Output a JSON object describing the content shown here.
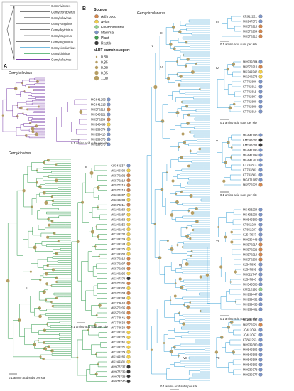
{
  "panel_a": {
    "letter": "A",
    "families": [
      {
        "name": "Geminiviruses",
        "color": "#333333"
      },
      {
        "name": "Gemykrondovirus",
        "color": "#2f2f2f"
      },
      {
        "name": "Gemykolovirus",
        "color": "#2f2f2f"
      },
      {
        "name": "Gemyvongvirus",
        "color": "#2f2f2f"
      },
      {
        "name": "Gemydayirivirus",
        "color": "#2f2f2f"
      },
      {
        "name": "Gemykrogvirus",
        "color": "#2f2f2f"
      },
      {
        "name": "Gemyduguivirus",
        "color": "#2f2f2f"
      },
      {
        "name": "Gemycircularvirus",
        "color": "#4aa7d6"
      },
      {
        "name": "Gemykibivirus",
        "color": "#3aa55a"
      },
      {
        "name": "Gemykolovirus",
        "color": "#7a3ea8"
      }
    ]
  },
  "legend": {
    "letter": "B",
    "source_title": "Source",
    "sources": [
      {
        "name": "Arthropod",
        "color": "#d4874e"
      },
      {
        "name": "Avian",
        "color": "#f3cf4a"
      },
      {
        "name": "Environmental",
        "color": "#8fd08c"
      },
      {
        "name": "Mammal",
        "color": "#7d95c8"
      },
      {
        "name": "Plant",
        "color": "#3f9e4e"
      },
      {
        "name": "Reptile",
        "color": "#3a3a3a"
      }
    ],
    "support_title": "aLRT branch support",
    "support": [
      "0.80",
      "0.85",
      "0.90",
      "0.95",
      "1.00"
    ]
  },
  "gemykolovirus": {
    "title": "Gemykolovirus",
    "clade": "I",
    "scale": "0.1 amino acid subs per site",
    "labels": [
      {
        "t": "MG641203",
        "c": "#7d95c8",
        "r": 0
      },
      {
        "t": "MG641213",
        "c": "#7d95c8",
        "r": 0
      },
      {
        "t": "MK570213",
        "c": "#d4874e",
        "r": 1
      },
      {
        "t": "MH545921",
        "c": "#7d95c8",
        "r": 0
      },
      {
        "t": "MK570209",
        "c": "#d4874e",
        "r": 1
      },
      {
        "t": "MH945499",
        "c": "#f3cf4a",
        "r": 0
      },
      {
        "t": "MH939374",
        "c": "#7d95c8",
        "r": 0
      },
      {
        "t": "MH939410",
        "c": "#7d95c8",
        "r": 0
      },
      {
        "t": "MH939373",
        "c": "#7d95c8",
        "r": 0
      },
      {
        "t": "MH939376",
        "c": "#7d95c8",
        "r": 0
      }
    ]
  },
  "gemykibivirus": {
    "title": "Gemykibivirus",
    "clade": "II",
    "scale": "0.1 amino acid subs per site",
    "scale_main": "0.1 amino acid subs per site",
    "labels": [
      {
        "t": "KU343137",
        "c": "#7d95c8",
        "r": 0
      },
      {
        "t": "MK249309",
        "c": "#f3cf4a",
        "r": 0
      },
      {
        "t": "MK570202",
        "c": "#d4874e",
        "r": 1
      },
      {
        "t": "MK570214",
        "c": "#d4874e",
        "r": 1
      },
      {
        "t": "MK570215",
        "c": "#d4874e",
        "r": 1
      },
      {
        "t": "MK570216",
        "c": "#d4874e",
        "r": 1
      },
      {
        "t": "MK249307",
        "c": "#f3cf4a",
        "r": 0
      },
      {
        "t": "MK249288",
        "c": "#f3cf4a",
        "r": 0
      },
      {
        "t": "MK570211",
        "c": "#d4874e",
        "r": 1
      },
      {
        "t": "MK249269",
        "c": "#f3cf4a",
        "r": 0
      },
      {
        "t": "MK249287",
        "c": "#f3cf4a",
        "r": 0
      },
      {
        "t": "MK249268",
        "c": "#f3cf4a",
        "r": 0
      },
      {
        "t": "MK249256",
        "c": "#f3cf4a",
        "r": 0
      },
      {
        "t": "MK249246",
        "c": "#f3cf4a",
        "r": 0
      },
      {
        "t": "MK249230",
        "c": "#f3cf4a",
        "r": 0
      },
      {
        "t": "MK249229",
        "c": "#f3cf4a",
        "r": 0
      },
      {
        "t": "MK249243",
        "c": "#f3cf4a",
        "r": 0
      },
      {
        "t": "MK249275",
        "c": "#f3cf4a",
        "r": 0
      },
      {
        "t": "MK249302",
        "c": "#f3cf4a",
        "r": 0
      },
      {
        "t": "MK570210",
        "c": "#d4874e",
        "r": 1
      },
      {
        "t": "MK570207",
        "c": "#d4874e",
        "r": 1
      },
      {
        "t": "MK570208",
        "c": "#d4874e",
        "r": 1
      },
      {
        "t": "MK249296",
        "c": "#f3cf4a",
        "r": 0
      },
      {
        "t": "MK347374",
        "c": "#3a3a3a",
        "r": 0
      },
      {
        "t": "MK570201",
        "c": "#d4874e",
        "r": 1
      },
      {
        "t": "MK249300",
        "c": "#f3cf4a",
        "r": 0
      },
      {
        "t": "MK570203",
        "c": "#d4874e",
        "r": 1
      },
      {
        "t": "MK249293",
        "c": "#f3cf4a",
        "r": 0
      },
      {
        "t": "MF373640",
        "c": "#d4874e",
        "r": 1
      },
      {
        "t": "MK570205",
        "c": "#d4874e",
        "r": 1
      },
      {
        "t": "MK570206",
        "c": "#d4874e",
        "r": 1
      },
      {
        "t": "MF373641",
        "c": "#d4874e",
        "r": 1
      },
      {
        "t": "MF373638",
        "c": "#d4874e",
        "r": 1
      },
      {
        "t": "MF373639",
        "c": "#d4874e",
        "r": 1
      },
      {
        "t": "MK249241",
        "c": "#f3cf4a",
        "r": 0
      },
      {
        "t": "MK249276",
        "c": "#f3cf4a",
        "r": 0
      },
      {
        "t": "MK249251",
        "c": "#f3cf4a",
        "r": 0
      },
      {
        "t": "MK249271",
        "c": "#f3cf4a",
        "r": 0
      },
      {
        "t": "MK249279",
        "c": "#f3cf4a",
        "r": 0
      },
      {
        "t": "MK249286",
        "c": "#f3cf4a",
        "r": 0
      },
      {
        "t": "MK249301",
        "c": "#f3cf4a",
        "r": 0
      },
      {
        "t": "MH973737",
        "c": "#3a3a3a",
        "r": 0
      },
      {
        "t": "MH973739",
        "c": "#3a3a3a",
        "r": 0
      },
      {
        "t": "MH973738",
        "c": "#3a3a3a",
        "r": 0
      },
      {
        "t": "MH973740",
        "c": "#3a3a3a",
        "r": 0
      }
    ]
  },
  "gemycircularvirus": {
    "title": "Gemycircularvirus",
    "roman": [
      "III",
      "IV",
      "V",
      "VI",
      "VII"
    ],
    "scale_main": "0.1 amino acid subs per site",
    "groups": [
      {
        "clade": "III",
        "scale": "0.1 amino acid subs per site",
        "labels": [
          {
            "t": "KR912221",
            "c": "#7d95c8",
            "r": 0
          },
          {
            "t": "MK947372",
            "c": "#7d95c8",
            "r": 0
          },
          {
            "t": "MK570218",
            "c": "#d4874e",
            "r": 1
          },
          {
            "t": "MK570204",
            "c": "#d4874e",
            "r": 1
          },
          {
            "t": "MK570212",
            "c": "#d4874e",
            "r": 1
          }
        ]
      },
      {
        "clade": "IV",
        "scale": "0.1 amino acid subs per site",
        "labels": [
          {
            "t": "MH939384",
            "c": "#7d95c8",
            "r": 0
          },
          {
            "t": "MK570210",
            "c": "#d4874e",
            "r": 1
          },
          {
            "t": "MK249242",
            "c": "#f3cf4a",
            "r": 0
          },
          {
            "t": "MK249273",
            "c": "#f3cf4a",
            "r": 0
          },
          {
            "t": "KT732806",
            "c": "#7d95c8",
            "r": 0
          },
          {
            "t": "KT732812",
            "c": "#7d95c8",
            "r": 0
          },
          {
            "t": "KT732811",
            "c": "#7d95c8",
            "r": 0
          },
          {
            "t": "KT732807",
            "c": "#7d95c8",
            "r": 0
          },
          {
            "t": "KT732808",
            "c": "#7d95c8",
            "r": 0
          },
          {
            "t": "KT732809",
            "c": "#7d95c8",
            "r": 0
          },
          {
            "t": "KT732810",
            "c": "#7d95c8",
            "r": 0
          }
        ]
      },
      {
        "clade": "V",
        "scale": "0.1 amino acid subs per site",
        "labels": [
          {
            "t": "MG641198",
            "c": "#7d95c8",
            "r": 0
          },
          {
            "t": "KM598387",
            "c": "#3a3a3a",
            "r": 0
          },
          {
            "t": "KM598388",
            "c": "#3a3a3a",
            "r": 0
          },
          {
            "t": "MG641196",
            "c": "#7d95c8",
            "r": 0
          },
          {
            "t": "MG641199",
            "c": "#7d95c8",
            "r": 0
          },
          {
            "t": "MG641200",
            "c": "#7d95c8",
            "r": 0
          },
          {
            "t": "KT732813",
            "c": "#7d95c8",
            "r": 0
          },
          {
            "t": "KT732802",
            "c": "#7d95c8",
            "r": 0
          },
          {
            "t": "KT732803",
            "c": "#7d95c8",
            "r": 0
          },
          {
            "t": "MG871087",
            "c": "#7d95c8",
            "r": 0
          },
          {
            "t": "MK570222",
            "c": "#d4874e",
            "r": 1
          }
        ]
      },
      {
        "clade": "VI",
        "scale": "0.1 amino acid subs per site",
        "labels": [
          {
            "t": "MK433234",
            "c": "#7d95c8",
            "r": 0
          },
          {
            "t": "MK433239",
            "c": "#7d95c8",
            "r": 0
          },
          {
            "t": "MH545509",
            "c": "#7d95c8",
            "r": 0
          },
          {
            "t": "KT862246",
            "c": "#7d95c8",
            "r": 0
          },
          {
            "t": "KT862247",
            "c": "#7d95c8",
            "r": 0
          },
          {
            "t": "KJ547637",
            "c": "#7d95c8",
            "r": 0
          },
          {
            "t": "MH939448",
            "c": "#7d95c8",
            "r": 0
          },
          {
            "t": "MK570217",
            "c": "#d4874e",
            "r": 1
          },
          {
            "t": "MK570222",
            "c": "#d4874e",
            "r": 1
          },
          {
            "t": "MK570219",
            "c": "#d4874e",
            "r": 1
          },
          {
            "t": "MK570200",
            "c": "#d4874e",
            "r": 1
          },
          {
            "t": "KJ547638",
            "c": "#7d95c8",
            "r": 0
          },
          {
            "t": "KJ547639",
            "c": "#7d95c8",
            "r": 0
          },
          {
            "t": "MK821747",
            "c": "#7d95c8",
            "r": 0
          },
          {
            "t": "KJ547640",
            "c": "#7d95c8",
            "r": 0
          },
          {
            "t": "MH545508",
            "c": "#7d95c8",
            "r": 0
          },
          {
            "t": "KM510192",
            "c": "#8fd08c",
            "r": 0
          },
          {
            "t": "MH939447",
            "c": "#7d95c8",
            "r": 0
          },
          {
            "t": "MH939432",
            "c": "#7d95c8",
            "r": 0
          },
          {
            "t": "MH939433",
            "c": "#7d95c8",
            "r": 0
          },
          {
            "t": "MH939461",
            "c": "#7d95c8",
            "r": 0
          }
        ]
      },
      {
        "clade": "VII",
        "scale": "0.1 amino acid subs per site",
        "labels": [
          {
            "t": "MG641197",
            "c": "#7d95c8",
            "r": 0
          },
          {
            "t": "MK570221",
            "c": "#d4874e",
            "r": 1
          },
          {
            "t": "JQ412056",
            "c": "#7d95c8",
            "r": 0
          },
          {
            "t": "JQ412057",
            "c": "#7d95c8",
            "r": 0
          },
          {
            "t": "KT862253",
            "c": "#7d95c8",
            "r": 0
          },
          {
            "t": "MH939380",
            "c": "#7d95c8",
            "r": 0
          },
          {
            "t": "MH545506",
            "c": "#7d95c8",
            "r": 0
          },
          {
            "t": "MH545503",
            "c": "#7d95c8",
            "r": 0
          },
          {
            "t": "MH545504",
            "c": "#7d95c8",
            "r": 0
          },
          {
            "t": "MH545505",
            "c": "#7d95c8",
            "r": 0
          },
          {
            "t": "MH939378",
            "c": "#7d95c8",
            "r": 0
          },
          {
            "t": "MH939377",
            "c": "#7d95c8",
            "r": 0
          }
        ]
      }
    ]
  }
}
